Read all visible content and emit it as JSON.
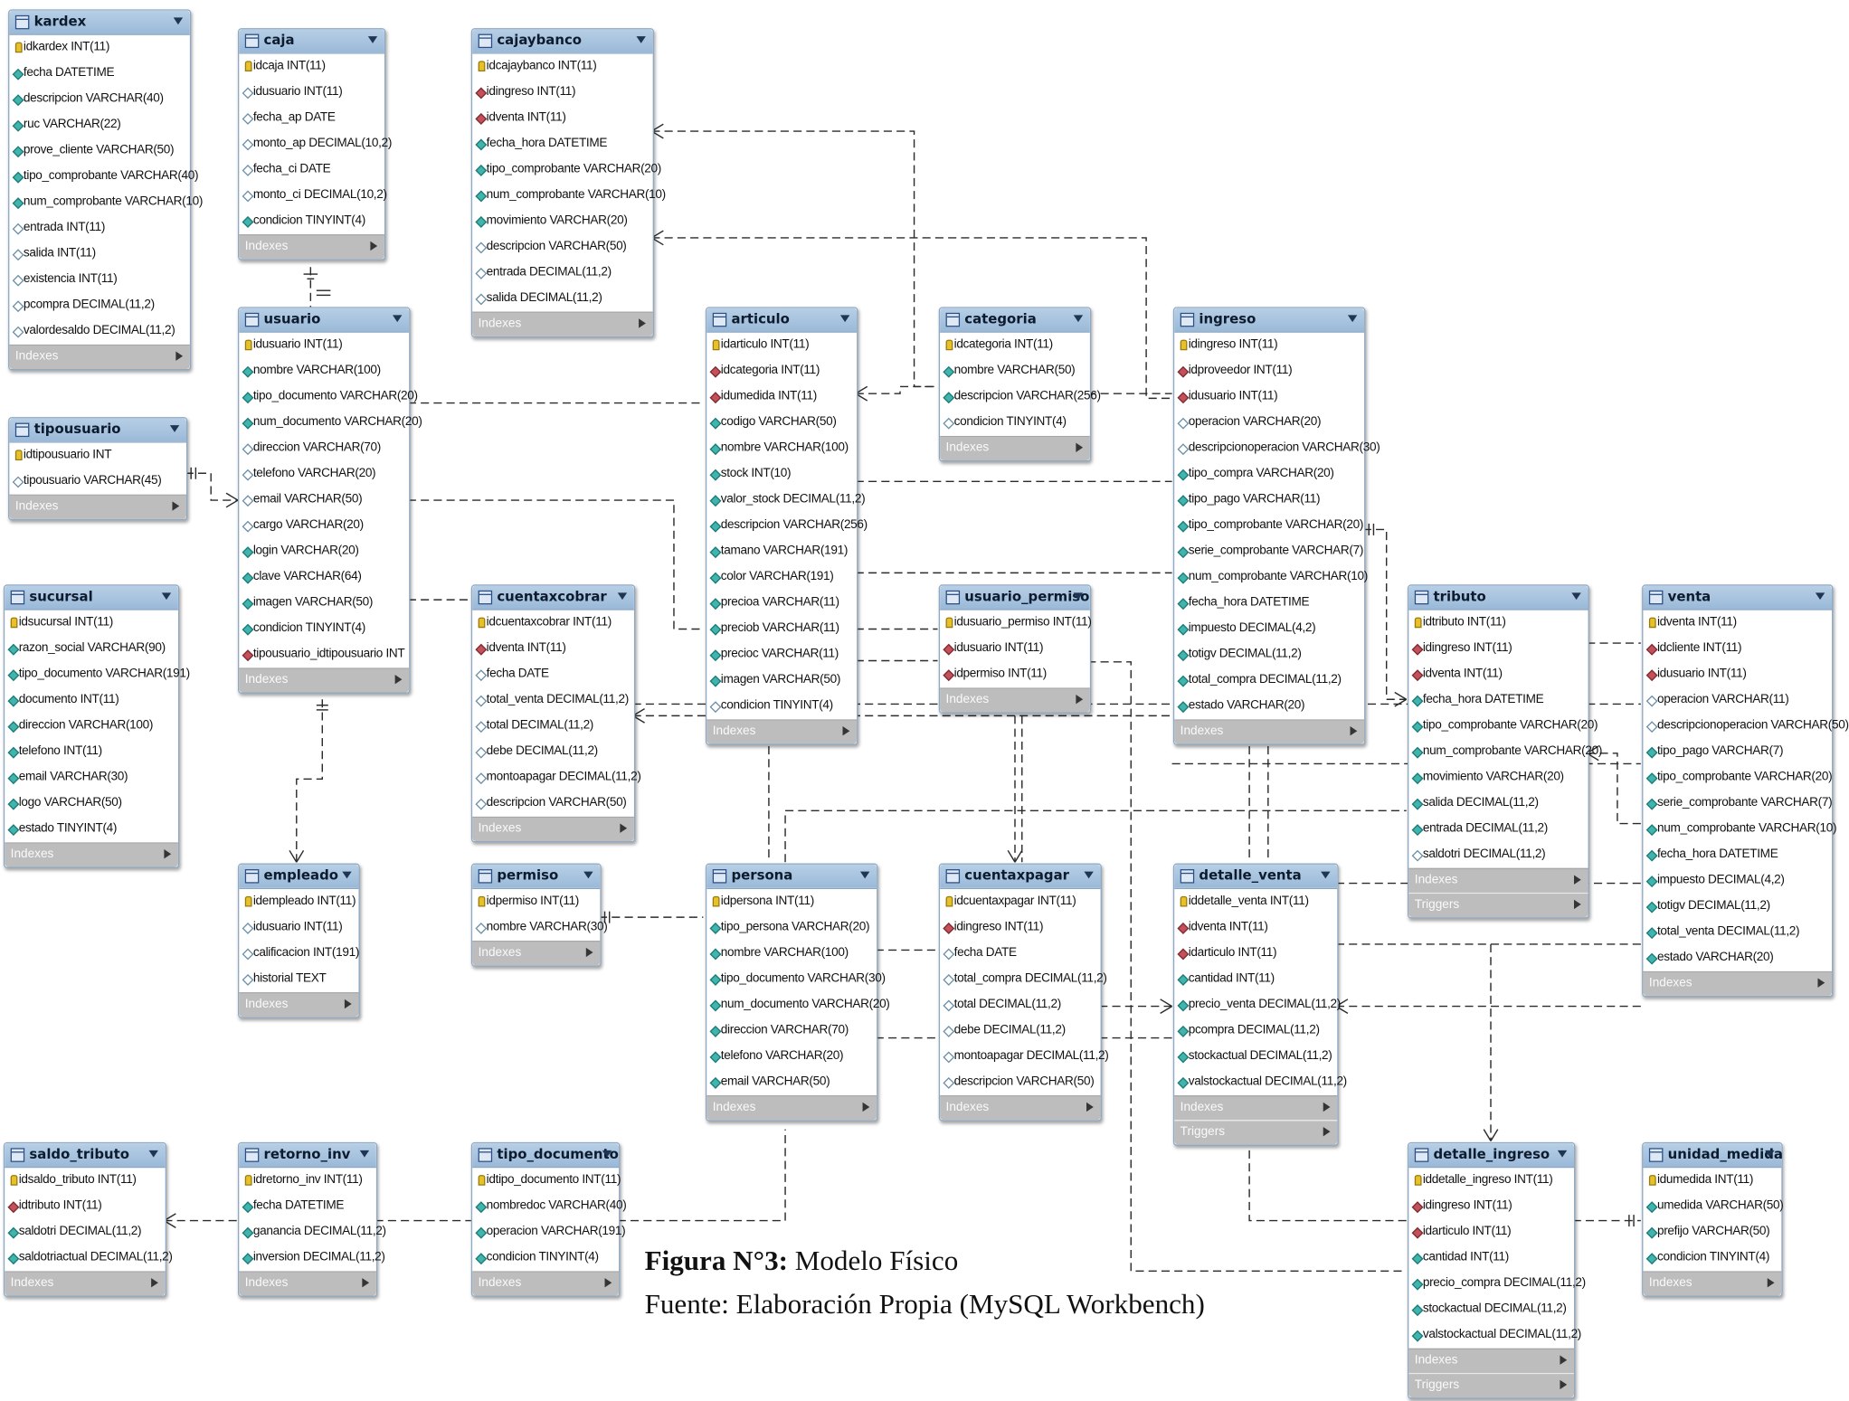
{
  "tables": [
    {
      "id": "kardex",
      "name": "kardex",
      "columns": [
        {
          "text": "idkardex INT(11)",
          "kind": "pk"
        },
        {
          "text": "fecha DATETIME",
          "kind": "nn"
        },
        {
          "text": "descripcion VARCHAR(40)",
          "kind": "nn"
        },
        {
          "text": "ruc VARCHAR(22)",
          "kind": "nn"
        },
        {
          "text": "prove_cliente VARCHAR(50)",
          "kind": "nn"
        },
        {
          "text": "tipo_comprobante VARCHAR(40)",
          "kind": "nn"
        },
        {
          "text": "num_comprobante VARCHAR(10)",
          "kind": "nn"
        },
        {
          "text": "entrada INT(11)",
          "kind": "nl"
        },
        {
          "text": "salida INT(11)",
          "kind": "nl"
        },
        {
          "text": "existencia INT(11)",
          "kind": "nl"
        },
        {
          "text": "pcompra DECIMAL(11,2)",
          "kind": "nl"
        },
        {
          "text": "valordesaldo DECIMAL(11,2)",
          "kind": "nl"
        }
      ],
      "footers": [
        "Indexes"
      ]
    },
    {
      "id": "caja",
      "name": "caja",
      "columns": [
        {
          "text": "idcaja INT(11)",
          "kind": "pk"
        },
        {
          "text": "idusuario INT(11)",
          "kind": "nl"
        },
        {
          "text": "fecha_ap DATE",
          "kind": "nl"
        },
        {
          "text": "monto_ap DECIMAL(10,2)",
          "kind": "nl"
        },
        {
          "text": "fecha_ci DATE",
          "kind": "nl"
        },
        {
          "text": "monto_ci DECIMAL(10,2)",
          "kind": "nl"
        },
        {
          "text": "condicion TINYINT(4)",
          "kind": "nn"
        }
      ],
      "footers": [
        "Indexes"
      ]
    },
    {
      "id": "cajaybanco",
      "name": "cajaybanco",
      "columns": [
        {
          "text": "idcajaybanco INT(11)",
          "kind": "pk"
        },
        {
          "text": "idingreso INT(11)",
          "kind": "fk"
        },
        {
          "text": "idventa INT(11)",
          "kind": "fk"
        },
        {
          "text": "fecha_hora DATETIME",
          "kind": "nn"
        },
        {
          "text": "tipo_comprobante VARCHAR(20)",
          "kind": "nn"
        },
        {
          "text": "num_comprobante VARCHAR(10)",
          "kind": "nn"
        },
        {
          "text": "movimiento VARCHAR(20)",
          "kind": "nn"
        },
        {
          "text": "descripcion VARCHAR(50)",
          "kind": "nl"
        },
        {
          "text": "entrada DECIMAL(11,2)",
          "kind": "nl"
        },
        {
          "text": "salida DECIMAL(11,2)",
          "kind": "nl"
        }
      ],
      "footers": [
        "Indexes"
      ]
    },
    {
      "id": "usuario",
      "name": "usuario",
      "columns": [
        {
          "text": "idusuario INT(11)",
          "kind": "pk"
        },
        {
          "text": "nombre VARCHAR(100)",
          "kind": "nn"
        },
        {
          "text": "tipo_documento VARCHAR(20)",
          "kind": "nn"
        },
        {
          "text": "num_documento VARCHAR(20)",
          "kind": "nn"
        },
        {
          "text": "direccion VARCHAR(70)",
          "kind": "nl"
        },
        {
          "text": "telefono VARCHAR(20)",
          "kind": "nl"
        },
        {
          "text": "email VARCHAR(50)",
          "kind": "nl"
        },
        {
          "text": "cargo VARCHAR(20)",
          "kind": "nl"
        },
        {
          "text": "login VARCHAR(20)",
          "kind": "nn"
        },
        {
          "text": "clave VARCHAR(64)",
          "kind": "nn"
        },
        {
          "text": "imagen VARCHAR(50)",
          "kind": "nn"
        },
        {
          "text": "condicion TINYINT(4)",
          "kind": "nn"
        },
        {
          "text": "tipousuario_idtipousuario INT",
          "kind": "fk"
        }
      ],
      "footers": [
        "Indexes"
      ]
    },
    {
      "id": "tipousuario",
      "name": "tipousuario",
      "columns": [
        {
          "text": "idtipousuario INT",
          "kind": "pk"
        },
        {
          "text": "tipousuario VARCHAR(45)",
          "kind": "nl"
        }
      ],
      "footers": [
        "Indexes"
      ]
    },
    {
      "id": "sucursal",
      "name": "sucursal",
      "columns": [
        {
          "text": "idsucursal INT(11)",
          "kind": "pk"
        },
        {
          "text": "razon_social VARCHAR(90)",
          "kind": "nn"
        },
        {
          "text": "tipo_documento VARCHAR(191)",
          "kind": "nn"
        },
        {
          "text": "documento INT(11)",
          "kind": "nn"
        },
        {
          "text": "direccion VARCHAR(100)",
          "kind": "nn"
        },
        {
          "text": "telefono INT(11)",
          "kind": "nn"
        },
        {
          "text": "email VARCHAR(30)",
          "kind": "nn"
        },
        {
          "text": "logo VARCHAR(50)",
          "kind": "nn"
        },
        {
          "text": "estado TINYINT(4)",
          "kind": "nn"
        }
      ],
      "footers": [
        "Indexes"
      ]
    },
    {
      "id": "empleado",
      "name": "empleado",
      "columns": [
        {
          "text": "idempleado INT(11)",
          "kind": "pk"
        },
        {
          "text": "idusuario INT(11)",
          "kind": "nl"
        },
        {
          "text": "calificacion INT(191)",
          "kind": "nl"
        },
        {
          "text": "historial TEXT",
          "kind": "nl"
        }
      ],
      "footers": [
        "Indexes"
      ]
    },
    {
      "id": "articulo",
      "name": "articulo",
      "columns": [
        {
          "text": "idarticulo INT(11)",
          "kind": "pk"
        },
        {
          "text": "idcategoria INT(11)",
          "kind": "fk"
        },
        {
          "text": "idumedida INT(11)",
          "kind": "fk"
        },
        {
          "text": "codigo VARCHAR(50)",
          "kind": "nn"
        },
        {
          "text": "nombre VARCHAR(100)",
          "kind": "nn"
        },
        {
          "text": "stock INT(10)",
          "kind": "nn"
        },
        {
          "text": "valor_stock DECIMAL(11,2)",
          "kind": "nn"
        },
        {
          "text": "descripcion VARCHAR(256)",
          "kind": "nn"
        },
        {
          "text": "tamano VARCHAR(191)",
          "kind": "nn"
        },
        {
          "text": "color VARCHAR(191)",
          "kind": "nn"
        },
        {
          "text": "precioa VARCHAR(11)",
          "kind": "nn"
        },
        {
          "text": "preciob VARCHAR(11)",
          "kind": "nn"
        },
        {
          "text": "precioc VARCHAR(11)",
          "kind": "nn"
        },
        {
          "text": "imagen VARCHAR(50)",
          "kind": "nn"
        },
        {
          "text": "condicion TINYINT(4)",
          "kind": "nl"
        }
      ],
      "footers": [
        "Indexes"
      ]
    },
    {
      "id": "categoria",
      "name": "categoria",
      "columns": [
        {
          "text": "idcategoria INT(11)",
          "kind": "pk"
        },
        {
          "text": "nombre VARCHAR(50)",
          "kind": "nn"
        },
        {
          "text": "descripcion VARCHAR(256)",
          "kind": "nn"
        },
        {
          "text": "condicion TINYINT(4)",
          "kind": "nl"
        }
      ],
      "footers": [
        "Indexes"
      ]
    },
    {
      "id": "ingreso",
      "name": "ingreso",
      "columns": [
        {
          "text": "idingreso INT(11)",
          "kind": "pk"
        },
        {
          "text": "idproveedor INT(11)",
          "kind": "fk"
        },
        {
          "text": "idusuario INT(11)",
          "kind": "fk"
        },
        {
          "text": "operacion VARCHAR(20)",
          "kind": "nl"
        },
        {
          "text": "descripcionoperacion VARCHAR(30)",
          "kind": "nl"
        },
        {
          "text": "tipo_compra VARCHAR(20)",
          "kind": "nn"
        },
        {
          "text": "tipo_pago VARCHAR(11)",
          "kind": "nn"
        },
        {
          "text": "tipo_comprobante VARCHAR(20)",
          "kind": "nn"
        },
        {
          "text": "serie_comprobante VARCHAR(7)",
          "kind": "nn"
        },
        {
          "text": "num_comprobante VARCHAR(10)",
          "kind": "nn"
        },
        {
          "text": "fecha_hora DATETIME",
          "kind": "nn"
        },
        {
          "text": "impuesto DECIMAL(4,2)",
          "kind": "nn"
        },
        {
          "text": "totigv DECIMAL(11,2)",
          "kind": "nn"
        },
        {
          "text": "total_compra DECIMAL(11,2)",
          "kind": "nn"
        },
        {
          "text": "estado VARCHAR(20)",
          "kind": "nn"
        }
      ],
      "footers": [
        "Indexes"
      ]
    },
    {
      "id": "cuentaxcobrar",
      "name": "cuentaxcobrar",
      "columns": [
        {
          "text": "idcuentaxcobrar INT(11)",
          "kind": "pk"
        },
        {
          "text": "idventa INT(11)",
          "kind": "fk"
        },
        {
          "text": "fecha DATE",
          "kind": "nl"
        },
        {
          "text": "total_venta DECIMAL(11,2)",
          "kind": "nl"
        },
        {
          "text": "total DECIMAL(11,2)",
          "kind": "nl"
        },
        {
          "text": "debe DECIMAL(11,2)",
          "kind": "nl"
        },
        {
          "text": "montoapagar DECIMAL(11,2)",
          "kind": "nl"
        },
        {
          "text": "descripcion VARCHAR(50)",
          "kind": "nl"
        }
      ],
      "footers": [
        "Indexes"
      ]
    },
    {
      "id": "usuario_permiso",
      "name": "usuario_permiso",
      "columns": [
        {
          "text": "idusuario_permiso INT(11)",
          "kind": "pk"
        },
        {
          "text": "idusuario INT(11)",
          "kind": "fk"
        },
        {
          "text": "idpermiso INT(11)",
          "kind": "fk"
        }
      ],
      "footers": [
        "Indexes"
      ]
    },
    {
      "id": "tributo",
      "name": "tributo",
      "columns": [
        {
          "text": "idtributo INT(11)",
          "kind": "pk"
        },
        {
          "text": "idingreso INT(11)",
          "kind": "fk"
        },
        {
          "text": "idventa INT(11)",
          "kind": "fk"
        },
        {
          "text": "fecha_hora DATETIME",
          "kind": "nn"
        },
        {
          "text": "tipo_comprobante VARCHAR(20)",
          "kind": "nn"
        },
        {
          "text": "num_comprobante VARCHAR(20)",
          "kind": "nn"
        },
        {
          "text": "movimiento VARCHAR(20)",
          "kind": "nn"
        },
        {
          "text": "salida DECIMAL(11,2)",
          "kind": "nn"
        },
        {
          "text": "entrada DECIMAL(11,2)",
          "kind": "nn"
        },
        {
          "text": "saldotri DECIMAL(11,2)",
          "kind": "nl"
        }
      ],
      "footers": [
        "Indexes",
        "Triggers"
      ]
    },
    {
      "id": "venta",
      "name": "venta",
      "columns": [
        {
          "text": "idventa INT(11)",
          "kind": "pk"
        },
        {
          "text": "idcliente INT(11)",
          "kind": "fk"
        },
        {
          "text": "idusuario INT(11)",
          "kind": "fk"
        },
        {
          "text": "operacion VARCHAR(11)",
          "kind": "nl"
        },
        {
          "text": "descripcionoperacion VARCHAR(50)",
          "kind": "nl"
        },
        {
          "text": "tipo_pago VARCHAR(7)",
          "kind": "nn"
        },
        {
          "text": "tipo_comprobante VARCHAR(20)",
          "kind": "nn"
        },
        {
          "text": "serie_comprobante VARCHAR(7)",
          "kind": "nn"
        },
        {
          "text": "num_comprobante VARCHAR(10)",
          "kind": "nn"
        },
        {
          "text": "fecha_hora DATETIME",
          "kind": "nn"
        },
        {
          "text": "impuesto DECIMAL(4,2)",
          "kind": "nn"
        },
        {
          "text": "totigv DECIMAL(11,2)",
          "kind": "nn"
        },
        {
          "text": "total_venta DECIMAL(11,2)",
          "kind": "nn"
        },
        {
          "text": "estado VARCHAR(20)",
          "kind": "nn"
        }
      ],
      "footers": [
        "Indexes"
      ]
    },
    {
      "id": "permiso",
      "name": "permiso",
      "columns": [
        {
          "text": "idpermiso INT(11)",
          "kind": "pk"
        },
        {
          "text": "nombre VARCHAR(30)",
          "kind": "nl"
        }
      ],
      "footers": [
        "Indexes"
      ]
    },
    {
      "id": "persona",
      "name": "persona",
      "columns": [
        {
          "text": "idpersona INT(11)",
          "kind": "pk"
        },
        {
          "text": "tipo_persona VARCHAR(20)",
          "kind": "nn"
        },
        {
          "text": "nombre VARCHAR(100)",
          "kind": "nn"
        },
        {
          "text": "tipo_documento VARCHAR(30)",
          "kind": "nn"
        },
        {
          "text": "num_documento VARCHAR(20)",
          "kind": "nn"
        },
        {
          "text": "direccion VARCHAR(70)",
          "kind": "nn"
        },
        {
          "text": "telefono VARCHAR(20)",
          "kind": "nn"
        },
        {
          "text": "email VARCHAR(50)",
          "kind": "nn"
        }
      ],
      "footers": [
        "Indexes"
      ]
    },
    {
      "id": "cuentaxpagar",
      "name": "cuentaxpagar",
      "columns": [
        {
          "text": "idcuentaxpagar INT(11)",
          "kind": "pk"
        },
        {
          "text": "idingreso INT(11)",
          "kind": "fk"
        },
        {
          "text": "fecha DATE",
          "kind": "nl"
        },
        {
          "text": "total_compra DECIMAL(11,2)",
          "kind": "nl"
        },
        {
          "text": "total DECIMAL(11,2)",
          "kind": "nl"
        },
        {
          "text": "debe DECIMAL(11,2)",
          "kind": "nl"
        },
        {
          "text": "montoapagar DECIMAL(11,2)",
          "kind": "nl"
        },
        {
          "text": "descripcion VARCHAR(50)",
          "kind": "nl"
        }
      ],
      "footers": [
        "Indexes"
      ]
    },
    {
      "id": "detalle_venta",
      "name": "detalle_venta",
      "columns": [
        {
          "text": "iddetalle_venta INT(11)",
          "kind": "pk"
        },
        {
          "text": "idventa INT(11)",
          "kind": "fk"
        },
        {
          "text": "idarticulo INT(11)",
          "kind": "fk"
        },
        {
          "text": "cantidad INT(11)",
          "kind": "nn"
        },
        {
          "text": "precio_venta DECIMAL(11,2)",
          "kind": "nn"
        },
        {
          "text": "pcompra DECIMAL(11,2)",
          "kind": "nn"
        },
        {
          "text": "stockactual DECIMAL(11,2)",
          "kind": "nn"
        },
        {
          "text": "valstockactual DECIMAL(11,2)",
          "kind": "nn"
        }
      ],
      "footers": [
        "Indexes",
        "Triggers"
      ]
    },
    {
      "id": "saldo_tributo",
      "name": "saldo_tributo",
      "columns": [
        {
          "text": "idsaldo_tributo INT(11)",
          "kind": "pk"
        },
        {
          "text": "idtributo INT(11)",
          "kind": "fk"
        },
        {
          "text": "saldotri DECIMAL(11,2)",
          "kind": "nn"
        },
        {
          "text": "saldotriactual DECIMAL(11,2)",
          "kind": "nn"
        }
      ],
      "footers": [
        "Indexes"
      ]
    },
    {
      "id": "retorno_inv",
      "name": "retorno_inv",
      "columns": [
        {
          "text": "idretorno_inv INT(11)",
          "kind": "pk"
        },
        {
          "text": "fecha DATETIME",
          "kind": "nn"
        },
        {
          "text": "ganancia DECIMAL(11,2)",
          "kind": "nn"
        },
        {
          "text": "inversion DECIMAL(11,2)",
          "kind": "nn"
        }
      ],
      "footers": [
        "Indexes"
      ]
    },
    {
      "id": "tipo_documento",
      "name": "tipo_documento",
      "columns": [
        {
          "text": "idtipo_documento INT(11)",
          "kind": "pk"
        },
        {
          "text": "nombredoc VARCHAR(40)",
          "kind": "nn"
        },
        {
          "text": "operacion VARCHAR(191)",
          "kind": "nn"
        },
        {
          "text": "condicion TINYINT(4)",
          "kind": "nn"
        }
      ],
      "footers": [
        "Indexes"
      ]
    },
    {
      "id": "detalle_ingreso",
      "name": "detalle_ingreso",
      "columns": [
        {
          "text": "iddetalle_ingreso INT(11)",
          "kind": "pk"
        },
        {
          "text": "idingreso INT(11)",
          "kind": "fk"
        },
        {
          "text": "idarticulo INT(11)",
          "kind": "fk"
        },
        {
          "text": "cantidad INT(11)",
          "kind": "nn"
        },
        {
          "text": "precio_compra DECIMAL(11,2)",
          "kind": "nn"
        },
        {
          "text": "stockactual DECIMAL(11,2)",
          "kind": "nn"
        },
        {
          "text": "valstockactual DECIMAL(11,2)",
          "kind": "nn"
        }
      ],
      "footers": [
        "Indexes",
        "Triggers"
      ]
    },
    {
      "id": "unidad_medida",
      "name": "unidad_medida",
      "columns": [
        {
          "text": "idumedida INT(11)",
          "kind": "pk"
        },
        {
          "text": "umedida VARCHAR(50)",
          "kind": "nn"
        },
        {
          "text": "prefijo VARCHAR(50)",
          "kind": "nn"
        },
        {
          "text": "condicion TINYINT(4)",
          "kind": "nn"
        }
      ],
      "footers": [
        "Indexes"
      ]
    }
  ],
  "caption": {
    "figure_label": "Figura N°3:",
    "figure_title": " Modelo Físico",
    "source": "Fuente: Elaboración Propia (MySQL Workbench)"
  }
}
